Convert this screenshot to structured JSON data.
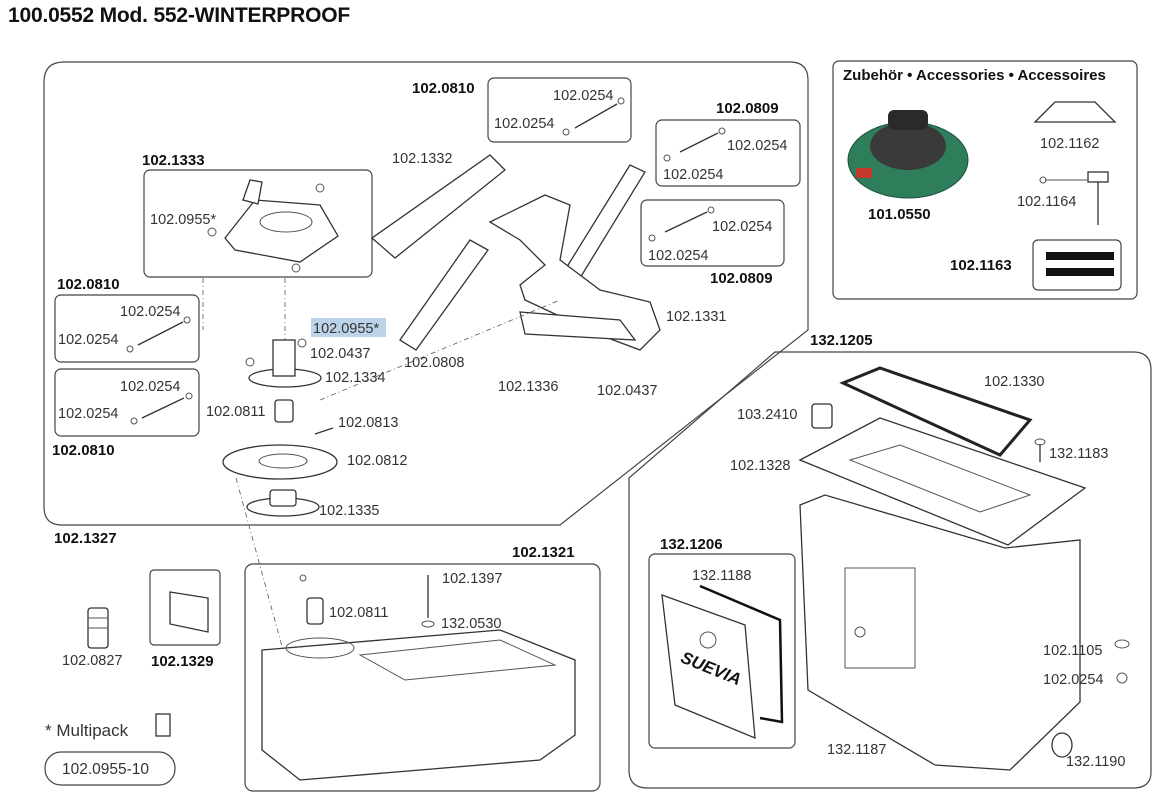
{
  "title": "100.0552 Mod. 552-WINTERPROOF",
  "accessories": {
    "header": "Zubehör • Accessories • Accessoires",
    "p1": "102.1162",
    "p2": "102.1164",
    "p3": "101.0550",
    "p4": "102.1163"
  },
  "labels": {
    "g1333": "102.1333",
    "p0955a": "102.0955*",
    "g0810a": "102.0810",
    "r1_top": "102.0254",
    "r1_bot": "102.0254",
    "p0955b": "102.0955*",
    "p0437a": "102.0437",
    "p1334": "102.1334",
    "r2_top": "102.0254",
    "r2_bot": "102.0254",
    "g0810b": "102.0810",
    "p0811a": "102.0811",
    "p0813": "102.0813",
    "p0812": "102.0812",
    "p1335": "102.1335",
    "g0810c": "102.0810",
    "r3_top": "102.0254",
    "r3_bot": "102.0254",
    "p1332": "102.1332",
    "g0809a": "102.0809",
    "r4_top": "102.0254",
    "r4_bot": "102.0254",
    "r5_top": "102.0254",
    "r5_bot": "102.0254",
    "g0809b": "102.0809",
    "p1331": "102.1331",
    "p0808": "102.0808",
    "p1336": "102.1336",
    "p0437b": "102.0437",
    "g1327": "102.1327",
    "p0827": "102.0827",
    "g1329": "102.1329",
    "multipack": "* Multipack",
    "multipack_code": "102.0955-10",
    "g1321": "102.1321",
    "p1397": "102.1397",
    "p0811b": "102.0811",
    "p0530": "132.0530",
    "g1205": "132.1205",
    "p1330": "102.1330",
    "p2410": "103.2410",
    "p1183": "132.1183",
    "p1328": "102.1328",
    "g1206": "132.1206",
    "p1188": "132.1188",
    "brand": "SUEVIA",
    "p1105": "102.1105",
    "p0254": "102.0254",
    "p1187": "132.1187",
    "p1190": "132.1190"
  }
}
